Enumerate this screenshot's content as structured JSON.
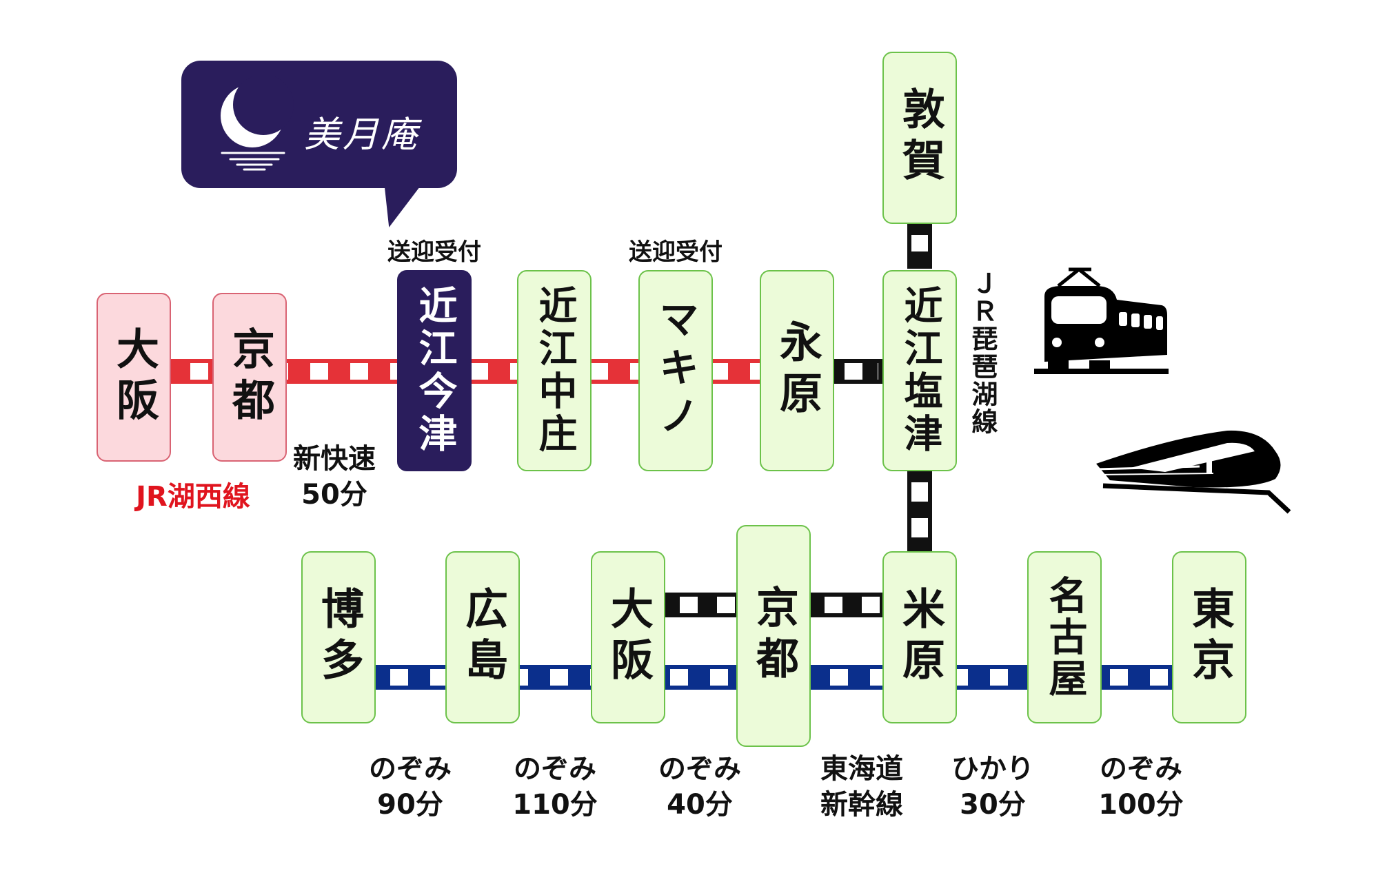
{
  "colors": {
    "jr_kosei_line": "#e53238",
    "shinkansen_line": "#0b2f8c",
    "connector_line": "#111111",
    "station_fill": "#ecfbd9",
    "station_border": "#6cc24a",
    "osaka_kyoto_fill": "#fcd9dd",
    "highlight_station": "#2a1d5c",
    "jr_label": "#e0141e"
  },
  "logo": {
    "text": "美月庵",
    "icon": "crescent-moon-icon"
  },
  "upper_line": {
    "stations": [
      {
        "id": "osaka",
        "name": "大阪",
        "style": "pink"
      },
      {
        "id": "kyoto",
        "name": "京都",
        "style": "pink"
      },
      {
        "id": "omi-imazu",
        "name": "近江今津",
        "style": "navy"
      },
      {
        "id": "omi-nakasho",
        "name": "近江中庄",
        "style": "green"
      },
      {
        "id": "makino",
        "name": "マキノ",
        "style": "green"
      },
      {
        "id": "nagahara",
        "name": "永原",
        "style": "green"
      },
      {
        "id": "omi-shiotsu",
        "name": "近江塩津",
        "style": "green"
      }
    ],
    "tsuruga": {
      "name": "敦賀"
    },
    "pickup_labels": [
      "送迎受付",
      "送迎受付"
    ],
    "line_name": "JR湖西線",
    "rapid_service": [
      "新快速",
      "50分"
    ],
    "biwako_line": "ＪＲ琵琶湖線"
  },
  "shinkansen": {
    "stations": [
      {
        "id": "hakata",
        "name": "博多"
      },
      {
        "id": "hiroshima",
        "name": "広島"
      },
      {
        "id": "osaka2",
        "name": "大阪"
      },
      {
        "id": "kyoto2",
        "name": "京都"
      },
      {
        "id": "maibara",
        "name": "米原"
      },
      {
        "id": "nagoya",
        "name": "名古屋"
      },
      {
        "id": "tokyo",
        "name": "東京"
      }
    ],
    "segments": [
      [
        "のぞみ",
        "90分"
      ],
      [
        "のぞみ",
        "110分"
      ],
      [
        "のぞみ",
        "40分"
      ],
      [
        "東海道",
        "新幹線"
      ],
      [
        "ひかり",
        "30分"
      ],
      [
        "のぞみ",
        "100分"
      ]
    ]
  },
  "icons": [
    "train-icon",
    "shinkansen-icon"
  ]
}
